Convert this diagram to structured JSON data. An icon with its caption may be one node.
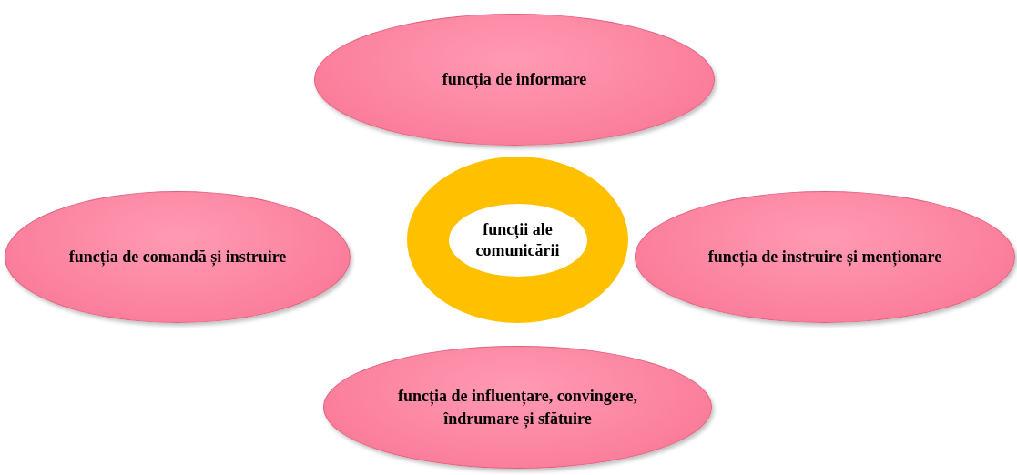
{
  "diagram": {
    "nodes": [
      {
        "text": [
          "funcția de informare"
        ]
      },
      {
        "text": [
          "funcția de comandă și instruire"
        ]
      },
      {
        "text": [
          "funcții ale comunicării"
        ]
      },
      {
        "text": [
          "funcția de instruire și menționare"
        ]
      },
      {
        "text": [
          "funcția de influențare, convingere, îndrumare și sfătuire"
        ]
      }
    ]
  }
}
